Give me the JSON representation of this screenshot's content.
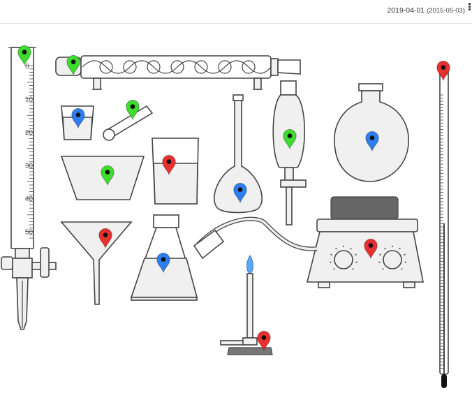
{
  "header": {
    "date": "2019-04-01",
    "date_sub": "(2015-05-03)"
  },
  "burette_scale": [
    "0",
    "10",
    "20",
    "30",
    "40",
    "50"
  ],
  "colors": {
    "marker_green": "#3ddc2f",
    "marker_blue": "#2f7ef0",
    "marker_red": "#e8312f",
    "stroke": "#444444",
    "glass_fill": "#f0f0f0",
    "hotplate_top": "#666666"
  },
  "markers": [
    {
      "id": "burette",
      "color": "green"
    },
    {
      "id": "condenser",
      "color": "green"
    },
    {
      "id": "small-beaker",
      "color": "blue"
    },
    {
      "id": "mortar-pestle",
      "color": "green"
    },
    {
      "id": "volumetric-flask",
      "color": "blue"
    },
    {
      "id": "separatory-funnel",
      "color": "green"
    },
    {
      "id": "round-flask",
      "color": "blue"
    },
    {
      "id": "thermometer",
      "color": "red"
    },
    {
      "id": "evaporating-dish",
      "color": "green"
    },
    {
      "id": "tall-beaker",
      "color": "red"
    },
    {
      "id": "funnel",
      "color": "red"
    },
    {
      "id": "erlenmeyer-flask",
      "color": "blue"
    },
    {
      "id": "hot-plate",
      "color": "red"
    },
    {
      "id": "bunsen-burner",
      "color": "red"
    }
  ]
}
